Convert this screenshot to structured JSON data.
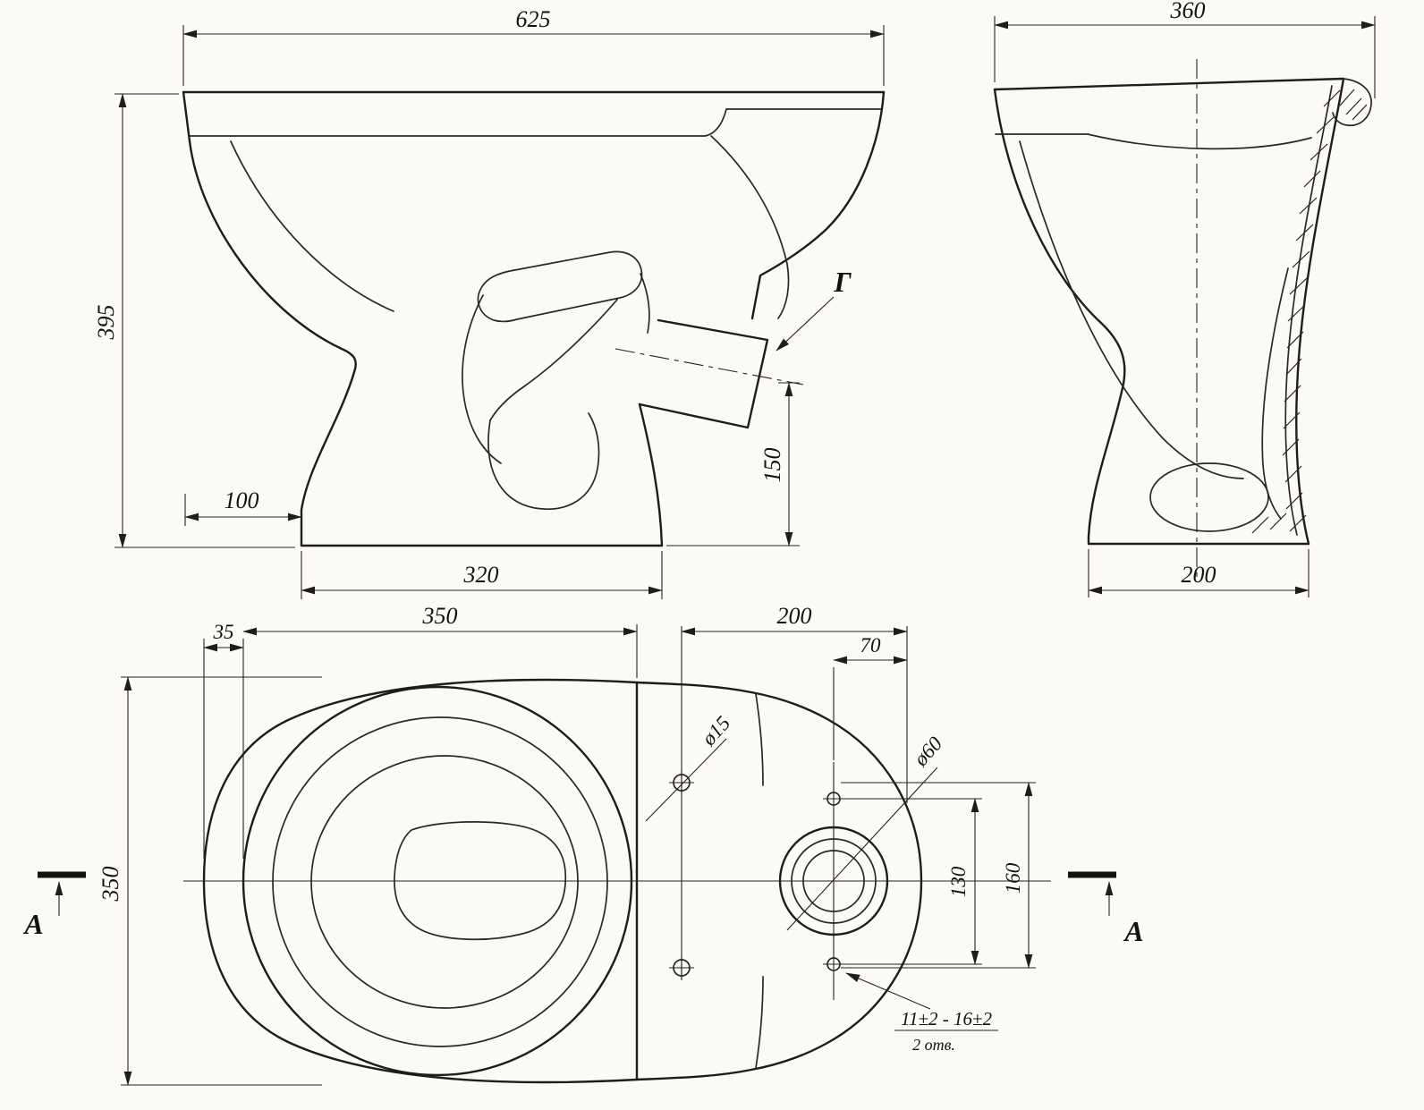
{
  "meta": {
    "kind": "technical drawing, toilet bowl, three orthographic views",
    "ink": "#1f1d1a",
    "paper": "#fbfaf7"
  },
  "side_view": {
    "dim_width": "625",
    "dim_height": "395",
    "dim_base_offset": "100",
    "dim_base_length": "320",
    "dim_outlet_height": "150",
    "outlet_label": "Г"
  },
  "back_view": {
    "dim_width": "360",
    "dim_base_width": "200"
  },
  "plan_view": {
    "dim_rim_inset": "35",
    "dim_bowl_length": "350",
    "dim_platform_length": "200",
    "dim_hole_offset": "70",
    "dim_overall_width": "350",
    "label_hole_small": "ø15",
    "label_hole_large": "ø60",
    "dim_hole_span_inner": "130",
    "dim_hole_span_outer": "160",
    "note_line1": "11±2 - 16±2",
    "note_line2": "2 отв.",
    "section_left": "A",
    "section_right": "A"
  }
}
